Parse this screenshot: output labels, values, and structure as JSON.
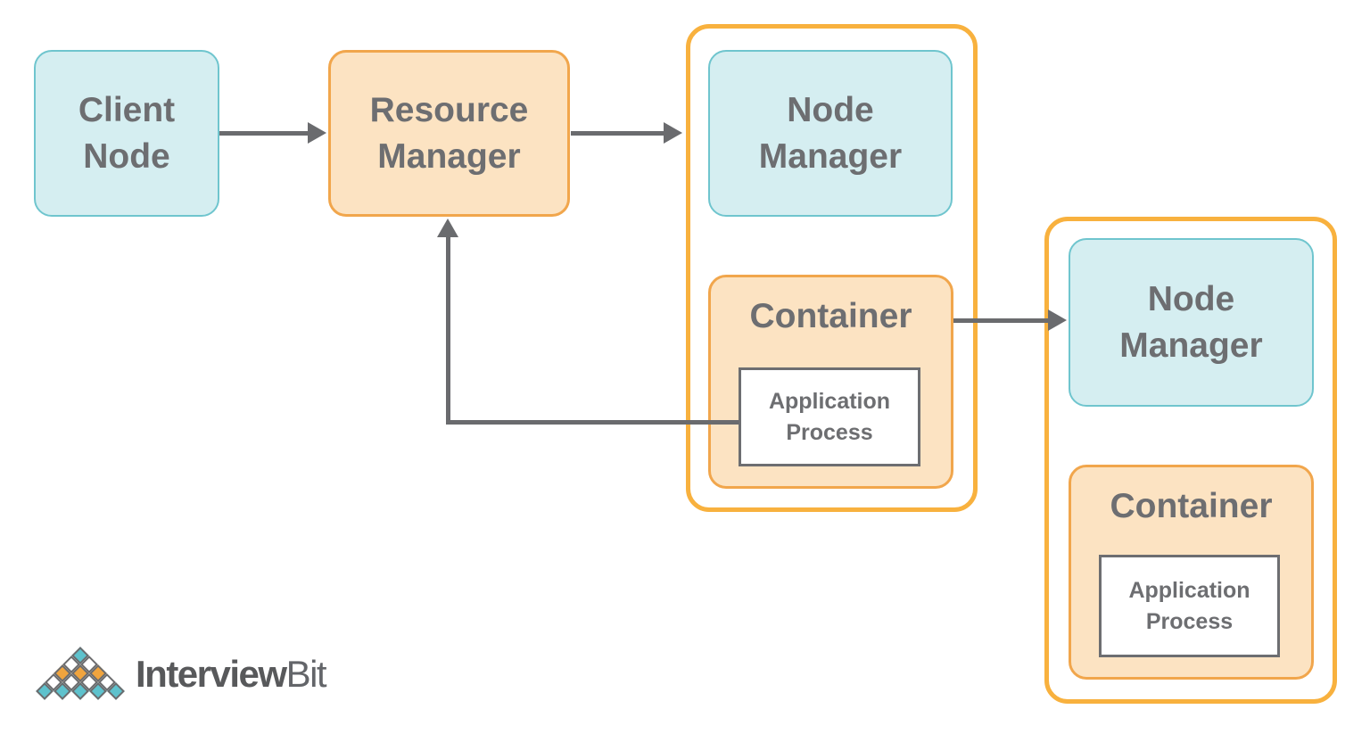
{
  "diagram": {
    "nodes": {
      "client_node": {
        "label": "Client Node"
      },
      "resource_manager": {
        "label": "Resource Manager"
      },
      "node1": {
        "node_manager": {
          "label": "Node Manager"
        },
        "container": {
          "label": "Container"
        },
        "application_process": {
          "label": "Application Process"
        }
      },
      "node2": {
        "node_manager": {
          "label": "Node Manager"
        },
        "container": {
          "label": "Container"
        },
        "application_process": {
          "label": "Application Process"
        }
      }
    },
    "edges": [
      {
        "from": "client_node",
        "to": "resource_manager"
      },
      {
        "from": "resource_manager",
        "to": "node1.node_manager"
      },
      {
        "from": "node1.container",
        "to": "node2.node_manager"
      },
      {
        "from": "node1.application_process",
        "to": "resource_manager"
      }
    ],
    "colors": {
      "teal_fill": "#d5eef1",
      "teal_border": "#6fc5ce",
      "orange_fill": "#fce3c2",
      "orange_border": "#f1a64c",
      "group_border": "#f8b13e",
      "arrow": "#6a6b6e",
      "text": "#6d6e71",
      "process_border": "#6d6e71",
      "background": "#ffffff"
    }
  },
  "logo": {
    "text_bold": "Interview",
    "text_light": "Bit",
    "mark_rows": [
      [
        "teal"
      ],
      [
        "white",
        "white"
      ],
      [
        "orange",
        "orange",
        "orange"
      ],
      [
        "white",
        "white",
        "white",
        "white"
      ],
      [
        "teal",
        "teal",
        "teal",
        "teal",
        "teal"
      ]
    ],
    "mark_colors": {
      "teal": "#5ec2cd",
      "orange": "#f0a43e",
      "white": "#ffffff",
      "outline": "#6b6c6e"
    }
  }
}
